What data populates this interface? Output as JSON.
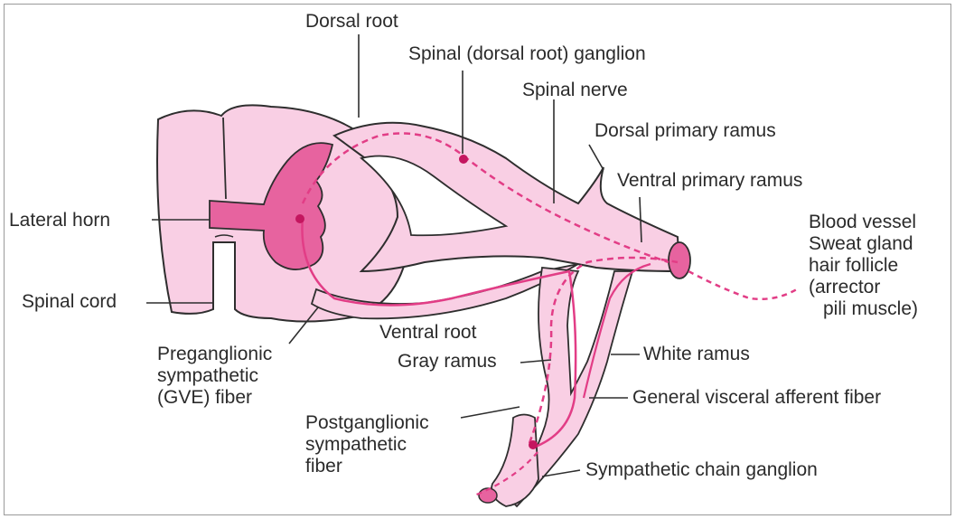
{
  "colors": {
    "tissue_fill": "#f9cfe4",
    "tissue_stroke": "#2e2e2e",
    "gray_matter": "#e7639f",
    "fiber": "#e23d86",
    "label_text": "#2b2b2b"
  },
  "labels": {
    "dorsal_root": "Dorsal root",
    "spinal_ganglion": "Spinal (dorsal root) ganglion",
    "spinal_nerve": "Spinal nerve",
    "dorsal_primary_ramus": "Dorsal primary ramus",
    "ventral_primary_ramus": "Ventral primary ramus",
    "lateral_horn": "Lateral horn",
    "targets": [
      "Blood vessel",
      "Sweat gland",
      "hair follicle",
      "(arrector",
      "pili muscle)"
    ],
    "spinal_cord": "Spinal cord",
    "ventral_root": "Ventral root",
    "gray_ramus": "Gray ramus",
    "white_ramus": "White ramus",
    "preganglionic": [
      "Preganglionic",
      "sympathetic",
      "(GVE) fiber"
    ],
    "postganglionic": [
      "Postganglionic",
      "sympathetic",
      "fiber"
    ],
    "gva_fiber": "General visceral afferent fiber",
    "chain_ganglion": "Sympathetic chain ganglion"
  }
}
